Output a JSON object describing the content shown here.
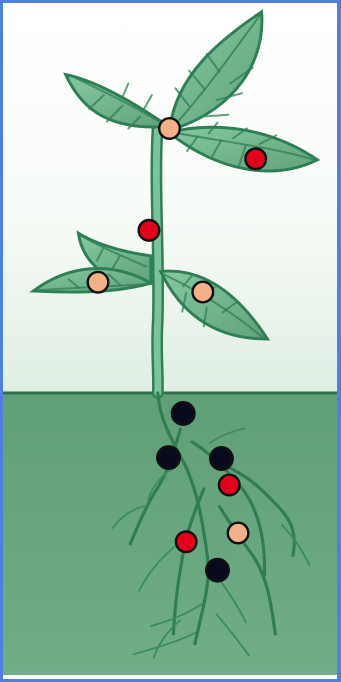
{
  "image": {
    "kind": "illustration",
    "colors": {
      "frame": "#4f7fe0",
      "sky_top": "#ffffff",
      "sky_bottom": "#dfeee2",
      "soil": "#6aa780",
      "plant_fill": "#6cb58e",
      "plant_stroke": "#2f7f55",
      "marker_black": "#0a0a1f",
      "marker_red": "#e3001b",
      "marker_peach": "#f2b189"
    }
  },
  "markers": [
    {
      "id": "leaf-top-junction",
      "color": "peach"
    },
    {
      "id": "leaf-right",
      "color": "red"
    },
    {
      "id": "stem-middle",
      "color": "red"
    },
    {
      "id": "leaf-left-middle",
      "color": "peach"
    },
    {
      "id": "leaf-right-middle",
      "color": "peach"
    },
    {
      "id": "root-top",
      "color": "black"
    },
    {
      "id": "root-left",
      "color": "black"
    },
    {
      "id": "root-right",
      "color": "black"
    },
    {
      "id": "root-red-upper",
      "color": "red"
    },
    {
      "id": "root-peach",
      "color": "peach"
    },
    {
      "id": "root-red-lower",
      "color": "red"
    },
    {
      "id": "root-bottom",
      "color": "black"
    }
  ]
}
